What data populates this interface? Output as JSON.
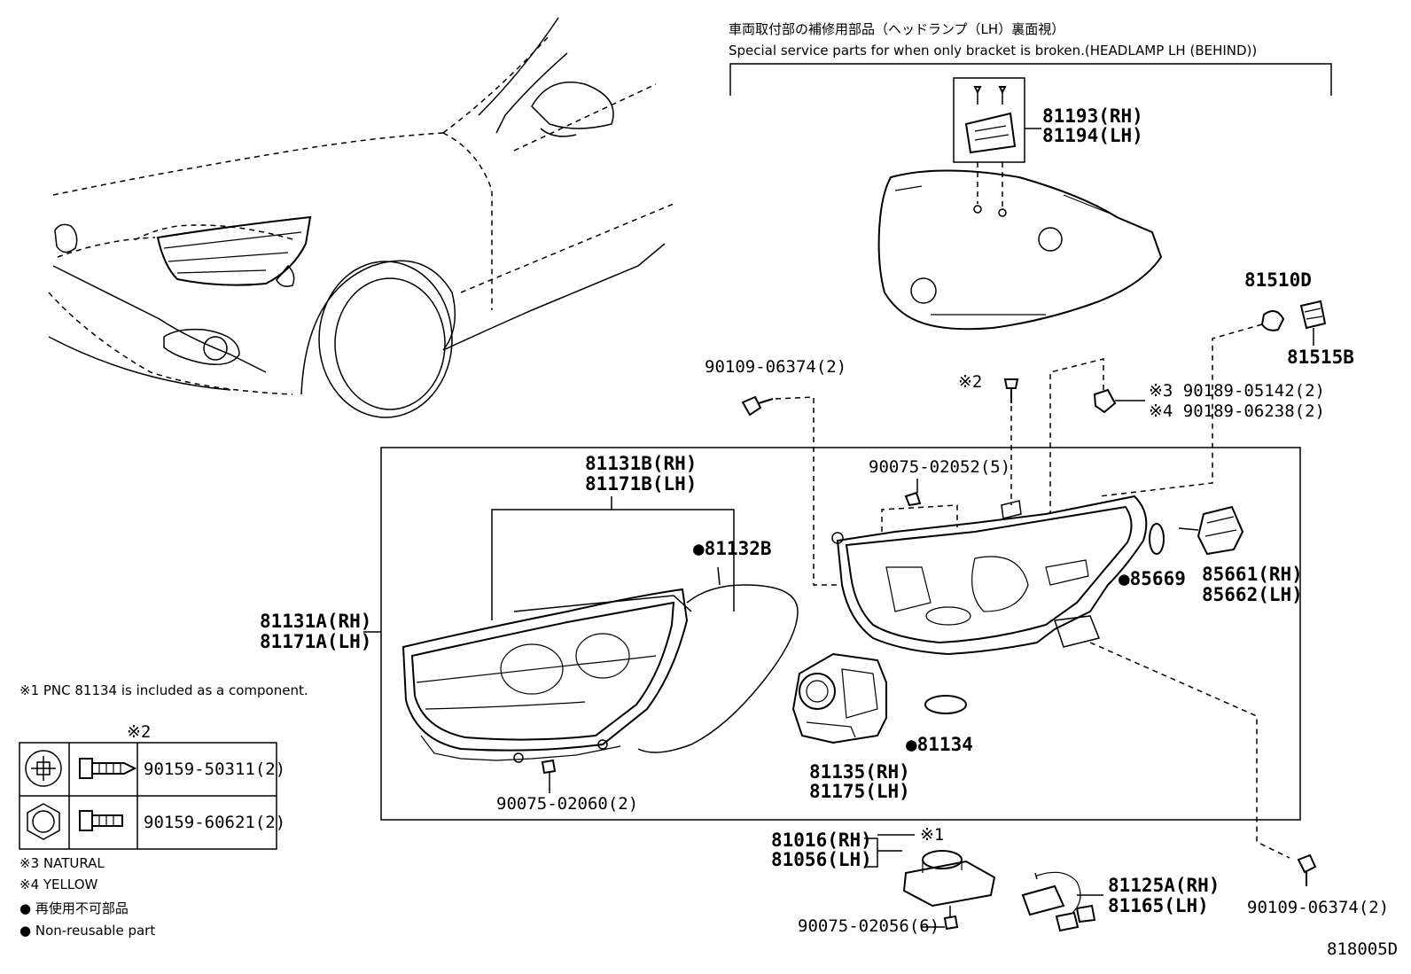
{
  "header": {
    "title_jp": "車両取付部の補修用部品（ヘッドランプ（LH）裏面視）",
    "title_en": "Special service parts for when only bracket is broken.(HEADLAMP LH (BEHIND))"
  },
  "parts": {
    "p81193": "81193(RH)",
    "p81194": "81194(LH)",
    "p81510D": "81510D",
    "p81515B": "81515B",
    "p90109_06374_top": "90109-06374(2)",
    "p_note2_mark": "※2",
    "p90189_05142": "※3 90189-05142(2)",
    "p90189_06238": "※4 90189-06238(2)",
    "p81131B": "81131B(RH)",
    "p81171B": "81171B(LH)",
    "p81132B": "●81132B",
    "p90075_02052": "90075-02052(5)",
    "p85669": "●85669",
    "p85661": "85661(RH)",
    "p85662": "85662(LH)",
    "p81131A": "81131A(RH)",
    "p81171A": "81171A(LH)",
    "p81134": "●81134",
    "p81135": "81135(RH)",
    "p81175": "81175(LH)",
    "p90075_02060": "90075-02060(2)",
    "p81016": "81016(RH)",
    "p81056": "81056(LH)",
    "p_note1_mark": "※1",
    "p90075_02056": "90075-02056(6)",
    "p81125A": "81125A(RH)",
    "p81165": "81165(LH)",
    "p90109_06374_bottom": "90109-06374(2)"
  },
  "notes": {
    "note1": "※1 PNC 81134 is included as a component.",
    "table_header": "※2",
    "table_rows": [
      {
        "part": "90159-50311(2)",
        "head_icon": "phillips-head-icon"
      },
      {
        "part": "90159-60621(2)",
        "head_icon": "hex-head-icon"
      }
    ],
    "note3": "※3  NATURAL",
    "note4": "※4  YELLOW",
    "legend_jp": "● 再使用不可部品",
    "legend_en": "● Non-reusable part"
  },
  "diagram_id": "818005D"
}
